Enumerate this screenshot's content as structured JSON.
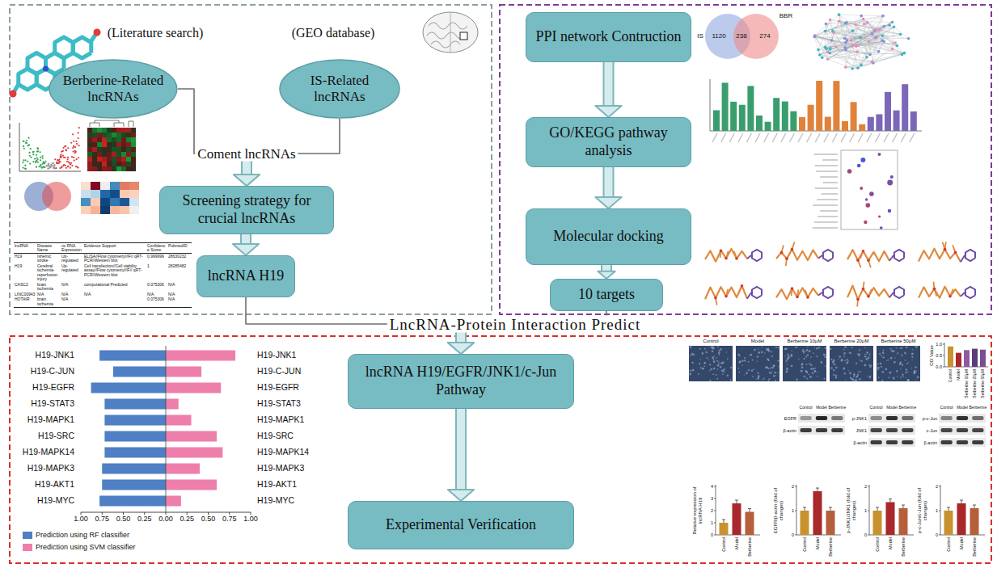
{
  "diagram": {
    "nodes": [
      {
        "text": [
          "Berberine-Related lncRNAs"
        ]
      },
      {
        "text": [
          "IS-Related lncRNAs"
        ]
      },
      {
        "text": [
          "Screening strategy for crucial lncRNAs"
        ]
      },
      {
        "text": [
          "lncRNA H19"
        ]
      },
      {
        "text": [
          "PPI network Contruction"
        ]
      },
      {
        "text": [
          "GO/KEGG pathway analysis"
        ]
      },
      {
        "text": [
          "Molecular docking"
        ]
      },
      {
        "text": [
          "10 targets"
        ]
      },
      {
        "text": [
          "lncRNA H19/EGFR/JNK1/c-Jun Pathway"
        ]
      },
      {
        "text": [
          "Experimental Verification"
        ]
      }
    ],
    "edges": [
      {
        "from": 0,
        "to": 2,
        "arrow": "to",
        "label": "Coment lncRNAs"
      },
      {
        "from": 1,
        "to": 2,
        "arrow": "to"
      },
      {
        "from": 2,
        "to": 3,
        "arrow": "to"
      },
      {
        "from": 3,
        "to": 8,
        "arrow": "to",
        "label": "LncRNA-Protein Interaction Predict"
      },
      {
        "from": 7,
        "to": 8,
        "arrow": "to"
      },
      {
        "from": 4,
        "to": 5,
        "arrow": "to"
      },
      {
        "from": 5,
        "to": 6,
        "arrow": "to"
      },
      {
        "from": 6,
        "to": 7,
        "arrow": "to"
      },
      {
        "from": 8,
        "to": 9,
        "arrow": "to"
      }
    ],
    "labels": [
      "(Literature search)",
      "(GEO database)",
      "lncRNA",
      "Disease Name",
      "nc RNA Expression",
      "Evidence Support",
      "Confidence Score",
      "PubmedID",
      "H19",
      "Ishemic stroke",
      "Up-regulated",
      "ELISA//Flow cytometry//IF// qRT-PCR//Western blot",
      "0.999999",
      "28630232",
      "H19",
      "Cerebral ischemia-reperfusion injury",
      "Up-regulated",
      "Cell transfection//Cell viability assay//Flow cytometry//IF// qRT-PCR//Western blot",
      "1",
      "28285482",
      "CASC2",
      "brain ischemia",
      "N/A",
      "computational Predicted",
      "0.075306",
      "N/A",
      "LINC00943",
      "N/A",
      "N/A",
      "N/A",
      "N/A",
      "N/A",
      "HOTAIR",
      "brain ischemia",
      "N/A",
      "0.075306",
      "N/A",
      "IS",
      "1120",
      "238",
      "274",
      "BBR",
      "H19-JNK1",
      "H19-C-JUN",
      "H19-EGFR",
      "H19-STAT3",
      "H19-MAPK1",
      "H19-SRC",
      "H19-MAPK14",
      "H19-MAPK3",
      "H19-AKT1",
      "H19-MYC",
      "H19-JNK1",
      "H19-C-JUN",
      "H19-EGFR",
      "H19-STAT3",
      "H19-MAPK1",
      "H19-SRC",
      "H19-MAPK14",
      "H19-MAPK3",
      "H19-AKT1",
      "H19-MYC",
      "1.00",
      "0.75",
      "0.50",
      "0.25",
      "0.00",
      "0.25",
      "0.50",
      "0.75",
      "1.00",
      "Control",
      "Model",
      "Berberine 10μM",
      "Berberine 20μM",
      "Berberine 50μM",
      "OD Value",
      "1.0",
      "0.5",
      "0.0",
      "Control",
      "Model",
      "Berberine 10μM",
      "Berberine 20μM",
      "Berberine 50μM",
      "Control",
      "Model",
      "Berberine",
      "Control",
      "Model",
      "Berberine",
      "Control",
      "Model",
      "Berberine",
      "EGFR",
      "β-actin",
      "p-JNK1",
      "JNK1",
      "β-actin",
      "p-c-Jun",
      "c-Jun",
      "β-actin",
      "Relative expression of lncRNA H19",
      "EGFR/β-actin (fold of changes)",
      "p-JNK1/JNK1 (fold of changes)",
      "p-c-Jun/c-Jun (fold of changes)",
      "Control",
      "Model",
      "Berberine",
      "Control",
      "Model",
      "Berberine",
      "Control",
      "Model",
      "Berberine",
      "Control",
      "Model",
      "Berberine",
      "0",
      "1",
      "2",
      "3",
      "4",
      "0",
      "1",
      "2",
      "0",
      "1",
      "2",
      "0",
      "1",
      "2"
    ],
    "legend": [
      {
        "text": "Prediction using RF classifier",
        "color": "#4f7fc4"
      },
      {
        "text": "Prediction using SVM classifier",
        "color": "#ee7fab"
      }
    ]
  }
}
